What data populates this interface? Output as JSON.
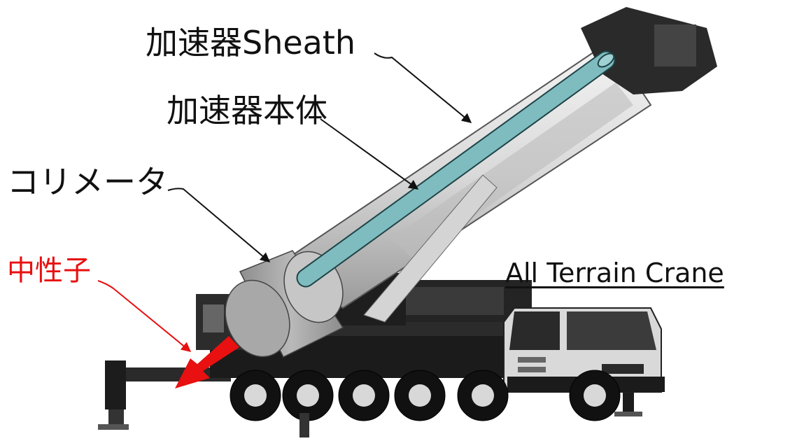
{
  "labels": {
    "sheath": "加速器Sheath",
    "accelerator_body": "加速器本体",
    "collimator": "コリメータ",
    "neutron": "中性子",
    "title": "All Terrain Crane"
  },
  "colors": {
    "text": "#111111",
    "neutron": "#e81010",
    "sheath_tube": "#7fbcc0",
    "sheath_outline": "#1f4447",
    "collimator": "#a8a8a8",
    "collimator_face": "#c6c6c6"
  },
  "icons": {
    "vehicle": "crane-truck-illustration",
    "neutron_beam": "red-arrow-icon"
  }
}
